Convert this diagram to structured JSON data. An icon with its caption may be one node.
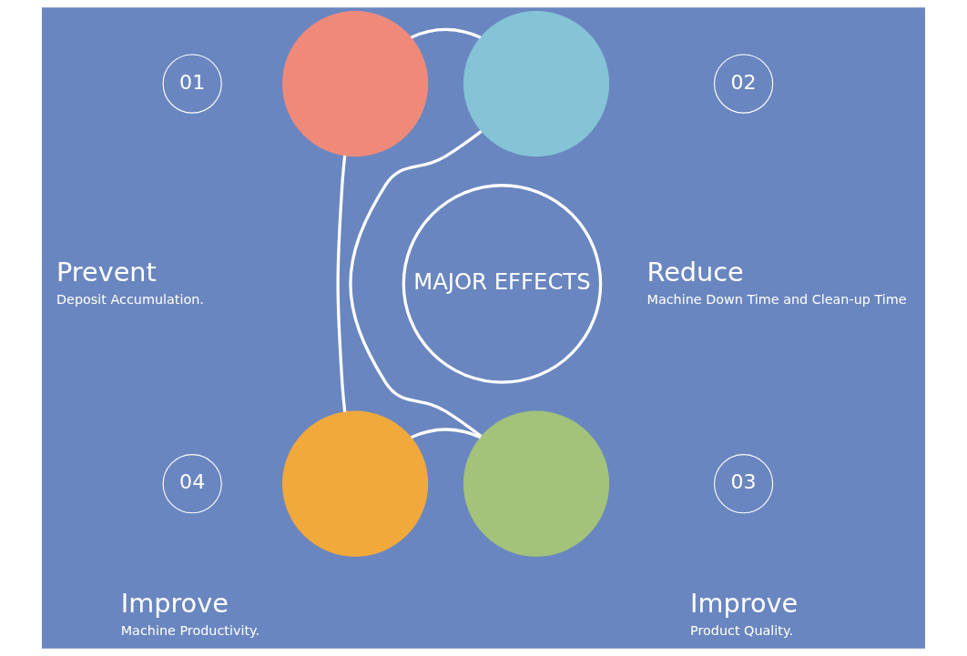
{
  "diagram": {
    "nodes": [
      {
        "text": [
          "MAJOR EFFECTS"
        ]
      },
      {
        "text": [],
        "shape": "circle"
      },
      {
        "text": [],
        "shape": "circle"
      },
      {
        "text": [],
        "shape": "circle"
      },
      {
        "text": [],
        "shape": "circle"
      },
      {
        "text": [
          "01"
        ],
        "beside": [
          "Prevent",
          "Deposit Accumulation."
        ]
      },
      {
        "text": [
          "02"
        ],
        "beside": [
          "Reduce",
          "Machine Down Time and Clean-up Time"
        ]
      },
      {
        "text": [
          "04"
        ],
        "beside": [
          "Improve",
          "Machine Productivity."
        ]
      },
      {
        "text": [
          "03"
        ],
        "beside": [
          "Improve",
          "Product Quality."
        ]
      }
    ],
    "edges": [
      {
        "from": 1,
        "to": 2,
        "arrow": "none"
      },
      {
        "from": 2,
        "to": 4,
        "arrow": "none"
      },
      {
        "from": 4,
        "to": 3,
        "arrow": "none"
      },
      {
        "from": 3,
        "to": 1,
        "arrow": "none"
      }
    ]
  }
}
